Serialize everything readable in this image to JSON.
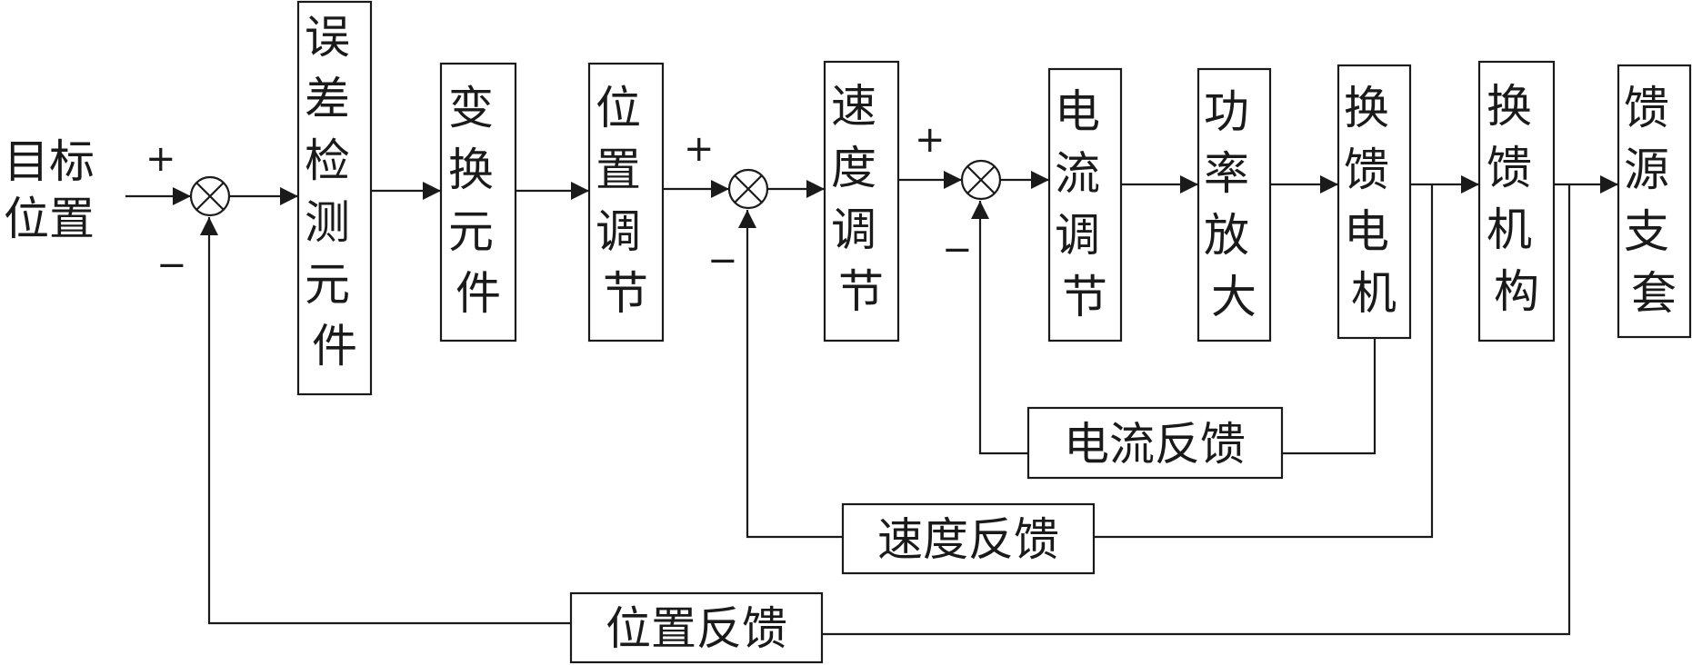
{
  "input_label": {
    "line1": "目标",
    "line2": "位置"
  },
  "blocks": [
    {
      "id": "error-detect",
      "chars": [
        "误",
        "差",
        "检",
        "测",
        "元",
        "件"
      ]
    },
    {
      "id": "convert",
      "chars": [
        "变",
        "换",
        "元",
        "件"
      ]
    },
    {
      "id": "position-reg",
      "chars": [
        "位",
        "置",
        "调",
        "节"
      ]
    },
    {
      "id": "speed-reg",
      "chars": [
        "速",
        "度",
        "调",
        "节"
      ]
    },
    {
      "id": "current-reg",
      "chars": [
        "电",
        "流",
        "调",
        "节"
      ]
    },
    {
      "id": "power-amp",
      "chars": [
        "功",
        "率",
        "放",
        "大"
      ]
    },
    {
      "id": "feed-motor",
      "chars": [
        "换",
        "馈",
        "电",
        "机"
      ]
    },
    {
      "id": "feed-mechanism",
      "chars": [
        "换",
        "馈",
        "机",
        "构"
      ]
    },
    {
      "id": "feed-source",
      "chars": [
        "馈",
        "源",
        "支",
        "套"
      ]
    }
  ],
  "feedback": {
    "current": "电流反馈",
    "speed": "速度反馈",
    "position": "位置反馈"
  },
  "signs": {
    "plus": "+",
    "minus": "−"
  }
}
